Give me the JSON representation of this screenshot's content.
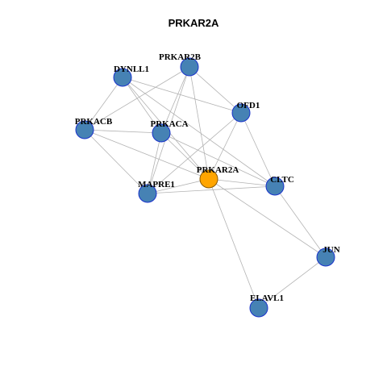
{
  "title": "PRKAR2A",
  "colors": {
    "node_fill": "#4682b4",
    "center_fill": "#ffa500",
    "edge": "#b3b3b3"
  },
  "nodes": [
    {
      "id": "PRKAR2A",
      "label": "PRKAR2A",
      "center": true
    },
    {
      "id": "DYNLL1",
      "label": "DYNLL1"
    },
    {
      "id": "PRKAR2B",
      "label": "PRKAR2B"
    },
    {
      "id": "OFD1",
      "label": "OFD1"
    },
    {
      "id": "PRKACB",
      "label": "PRKACB"
    },
    {
      "id": "PRKACA",
      "label": "PRKACA"
    },
    {
      "id": "MAPRE1",
      "label": "MAPRE1"
    },
    {
      "id": "CLTC",
      "label": "CLTC"
    },
    {
      "id": "JUN",
      "label": "JUN"
    },
    {
      "id": "ELAVL1",
      "label": "ELAVL1"
    }
  ],
  "edges": [
    [
      "DYNLL1",
      "OFD1"
    ],
    [
      "DYNLL1",
      "PRKACB"
    ],
    [
      "DYNLL1",
      "PRKACA"
    ],
    [
      "DYNLL1",
      "PRKAR2A"
    ],
    [
      "DYNLL1",
      "CLTC"
    ],
    [
      "PRKAR2B",
      "PRKACB"
    ],
    [
      "PRKAR2B",
      "PRKACA"
    ],
    [
      "PRKAR2B",
      "OFD1"
    ],
    [
      "PRKAR2B",
      "PRKAR2A"
    ],
    [
      "PRKAR2B",
      "MAPRE1"
    ],
    [
      "OFD1",
      "PRKAR2A"
    ],
    [
      "OFD1",
      "MAPRE1"
    ],
    [
      "OFD1",
      "CLTC"
    ],
    [
      "PRKACB",
      "PRKACA"
    ],
    [
      "PRKACB",
      "PRKAR2A"
    ],
    [
      "PRKACB",
      "MAPRE1"
    ],
    [
      "PRKACA",
      "PRKAR2A"
    ],
    [
      "PRKACA",
      "MAPRE1"
    ],
    [
      "PRKACA",
      "CLTC"
    ],
    [
      "PRKAR2A",
      "MAPRE1"
    ],
    [
      "PRKAR2A",
      "CLTC"
    ],
    [
      "PRKAR2A",
      "JUN"
    ],
    [
      "PRKAR2A",
      "ELAVL1"
    ],
    [
      "MAPRE1",
      "CLTC"
    ],
    [
      "CLTC",
      "JUN"
    ],
    [
      "JUN",
      "ELAVL1"
    ]
  ]
}
